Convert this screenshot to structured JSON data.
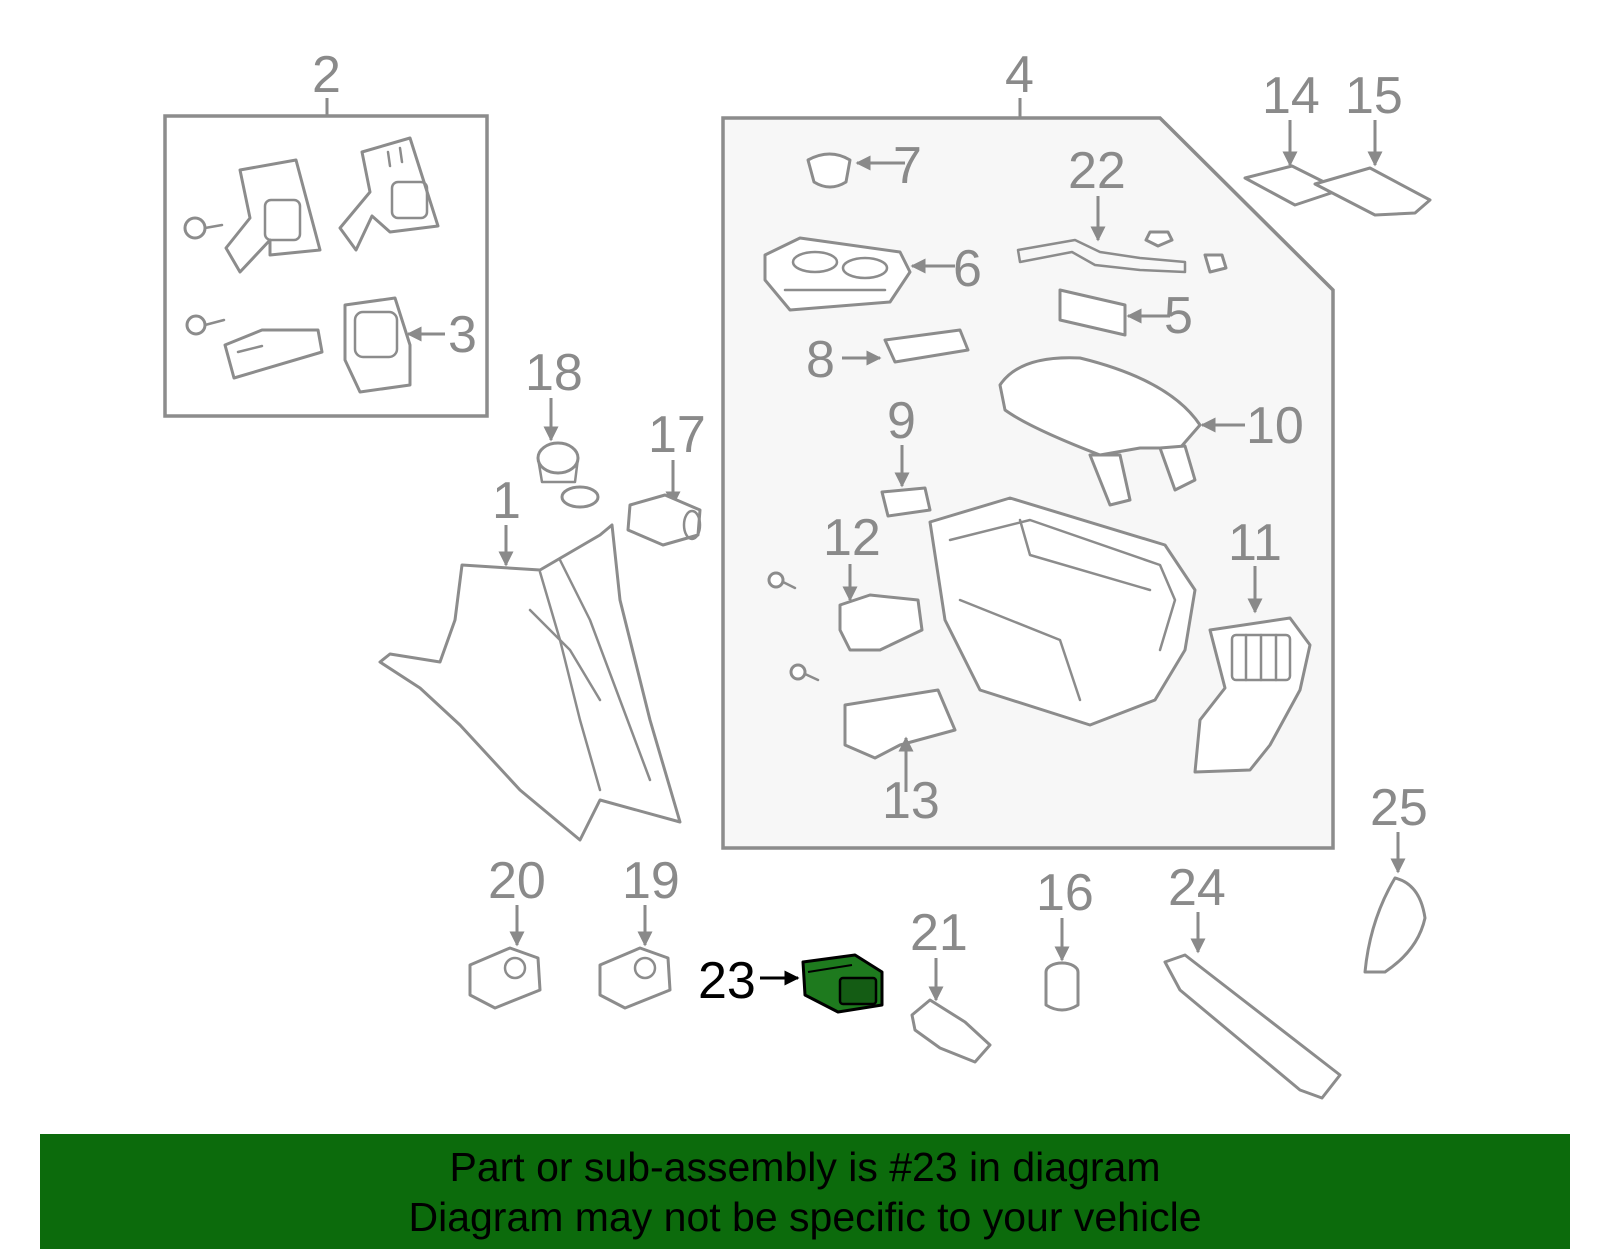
{
  "callouts": {
    "c1": "1",
    "c2": "2",
    "c3": "3",
    "c4": "4",
    "c5": "5",
    "c6": "6",
    "c7": "7",
    "c8": "8",
    "c9": "9",
    "c10": "10",
    "c11": "11",
    "c12": "12",
    "c13": "13",
    "c14": "14",
    "c15": "15",
    "c16": "16",
    "c17": "17",
    "c18": "18",
    "c19": "19",
    "c20": "20",
    "c21": "21",
    "c22": "22",
    "c23": "23",
    "c24": "24",
    "c25": "25"
  },
  "highlight": {
    "part": "23",
    "color": "#1e7a1e"
  },
  "banner": {
    "line1": "Part or sub-assembly is #23 in diagram",
    "line2": "Diagram may not be specific to your vehicle",
    "background": "#0c6b0c"
  }
}
